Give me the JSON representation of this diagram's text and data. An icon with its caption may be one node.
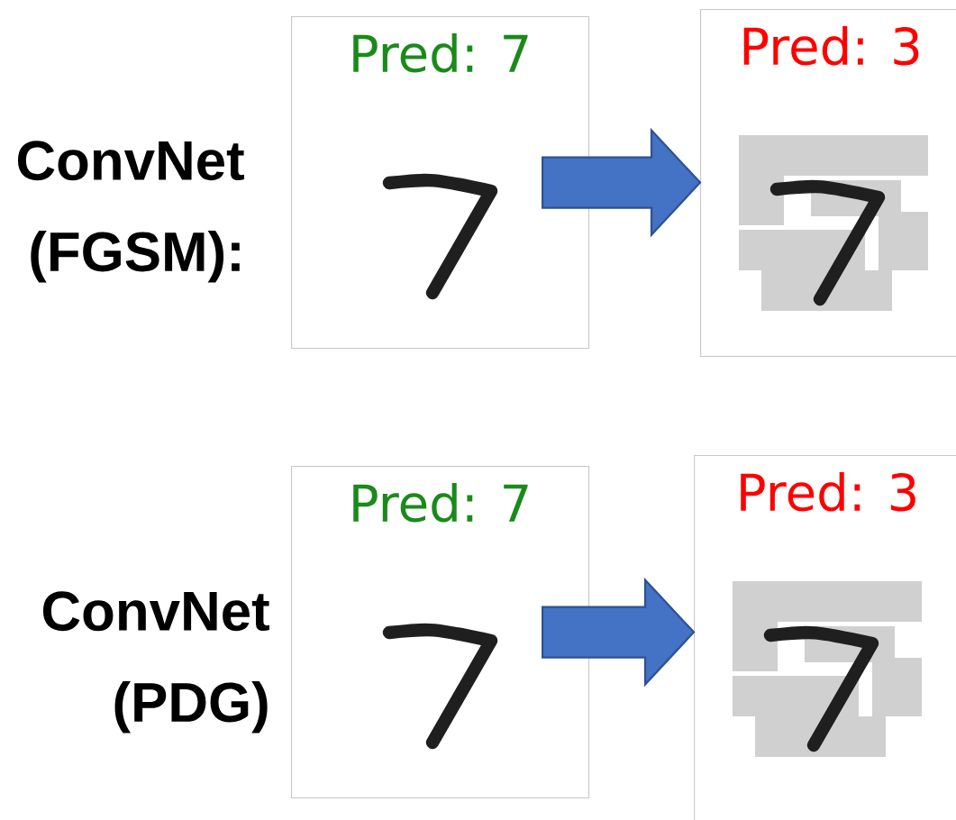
{
  "diagram": {
    "nodes": [
      {
        "text": [
          "Pred: 7"
        ],
        "beside": [
          "ConvNet (FGSM):"
        ]
      },
      {
        "text": [
          "Pred: 3"
        ]
      },
      {
        "text": [
          "Pred: 7"
        ],
        "beside": [
          "ConvNet (PDG)"
        ]
      },
      {
        "text": [
          "Pred: 3"
        ]
      }
    ],
    "edges": [
      {
        "from": 0,
        "to": 1,
        "arrow": "to"
      },
      {
        "from": 2,
        "to": 3,
        "arrow": "to"
      }
    ]
  }
}
